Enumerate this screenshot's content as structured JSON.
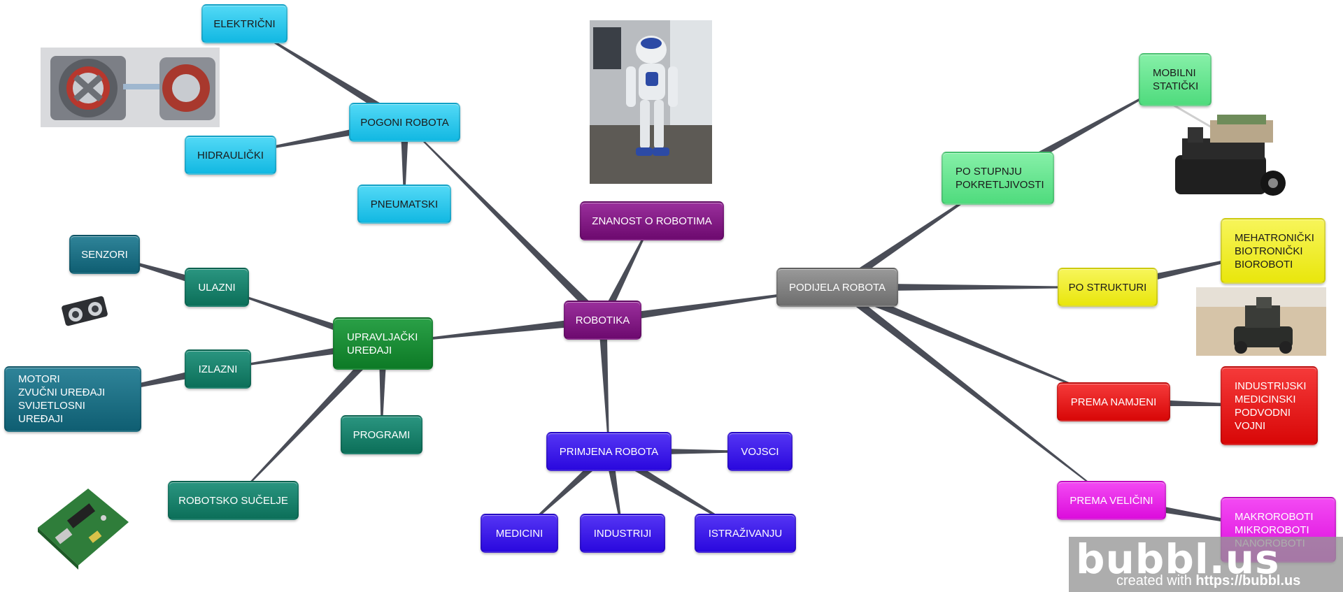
{
  "nodes": {
    "robotika": "ROBOTIKA",
    "znanost": "ZNANOST O ROBOTIMA",
    "pogoni": "POGONI ROBOTA",
    "elektricni": "ELEKTRIČNI",
    "hidraulicki": "HIDRAULIČKI",
    "pneumatski": "PNEUMATSKI",
    "upravljacki": "UPRAVLJAČKI\nUREĐAJI",
    "ulazni": "ULAZNI",
    "senzori": "SENZORI",
    "izlazni": "IZLAZNI",
    "motori": "MOTORI\nZVUČNI UREĐAJI\nSVIJETLOSNI UREĐAJI",
    "programi": "PROGRAMI",
    "sucelje": "ROBOTSKO SUČELJE",
    "primjena": "PRIMJENA ROBOTA",
    "vojsci": "VOJSCI",
    "medicini": "MEDICINI",
    "industriji": "INDUSTRIJI",
    "istrazivanju": "ISTRAŽIVANJU",
    "podjela": "PODIJELA ROBOTA",
    "stupnju": "PO STUPNJU\nPOKRETLJIVOSTI",
    "mobilni": "MOBILNI\nSTATIČKI",
    "strukturi": "PO STRUKTURI",
    "mehatronicki": "MEHATRONIČKI\nBIOTRONIČKI\nBIOROBOTI",
    "namjeni": "PREMA NAMJENI",
    "industrijski": "INDUSTRIJSKI\nMEDICINSKI\nPODVODNI\nVOJNI",
    "velicini": "PREMA VELIČINI",
    "makro": "MAKROROBOTI\nMIKROROBOTI\nNANOROBOTI"
  },
  "colors": {
    "purple": "#7a0f7c",
    "cyan": "#1ac4ec",
    "green": "#118a2d",
    "teal": "#0f7f66",
    "steel": "#126b82",
    "blue": "#3210ee",
    "gray": "#7b7b7b",
    "lime": "#5fe68b",
    "yellow": "#f2ef16",
    "red": "#ea0c0c",
    "magenta": "#ea16ea",
    "link": "#4a4d57"
  },
  "images": {
    "motor": "stepper-motor-photo",
    "robot": "humanoid-robot-photo",
    "sensor": "ultrasonic-sensor-photo",
    "board": "circuit-board-photo",
    "rover": "mobile-robot-photo",
    "tank": "military-robot-photo"
  },
  "watermark": {
    "logo": "bubbl.us",
    "prefix": "created with ",
    "url": "https://bubbl.us"
  }
}
